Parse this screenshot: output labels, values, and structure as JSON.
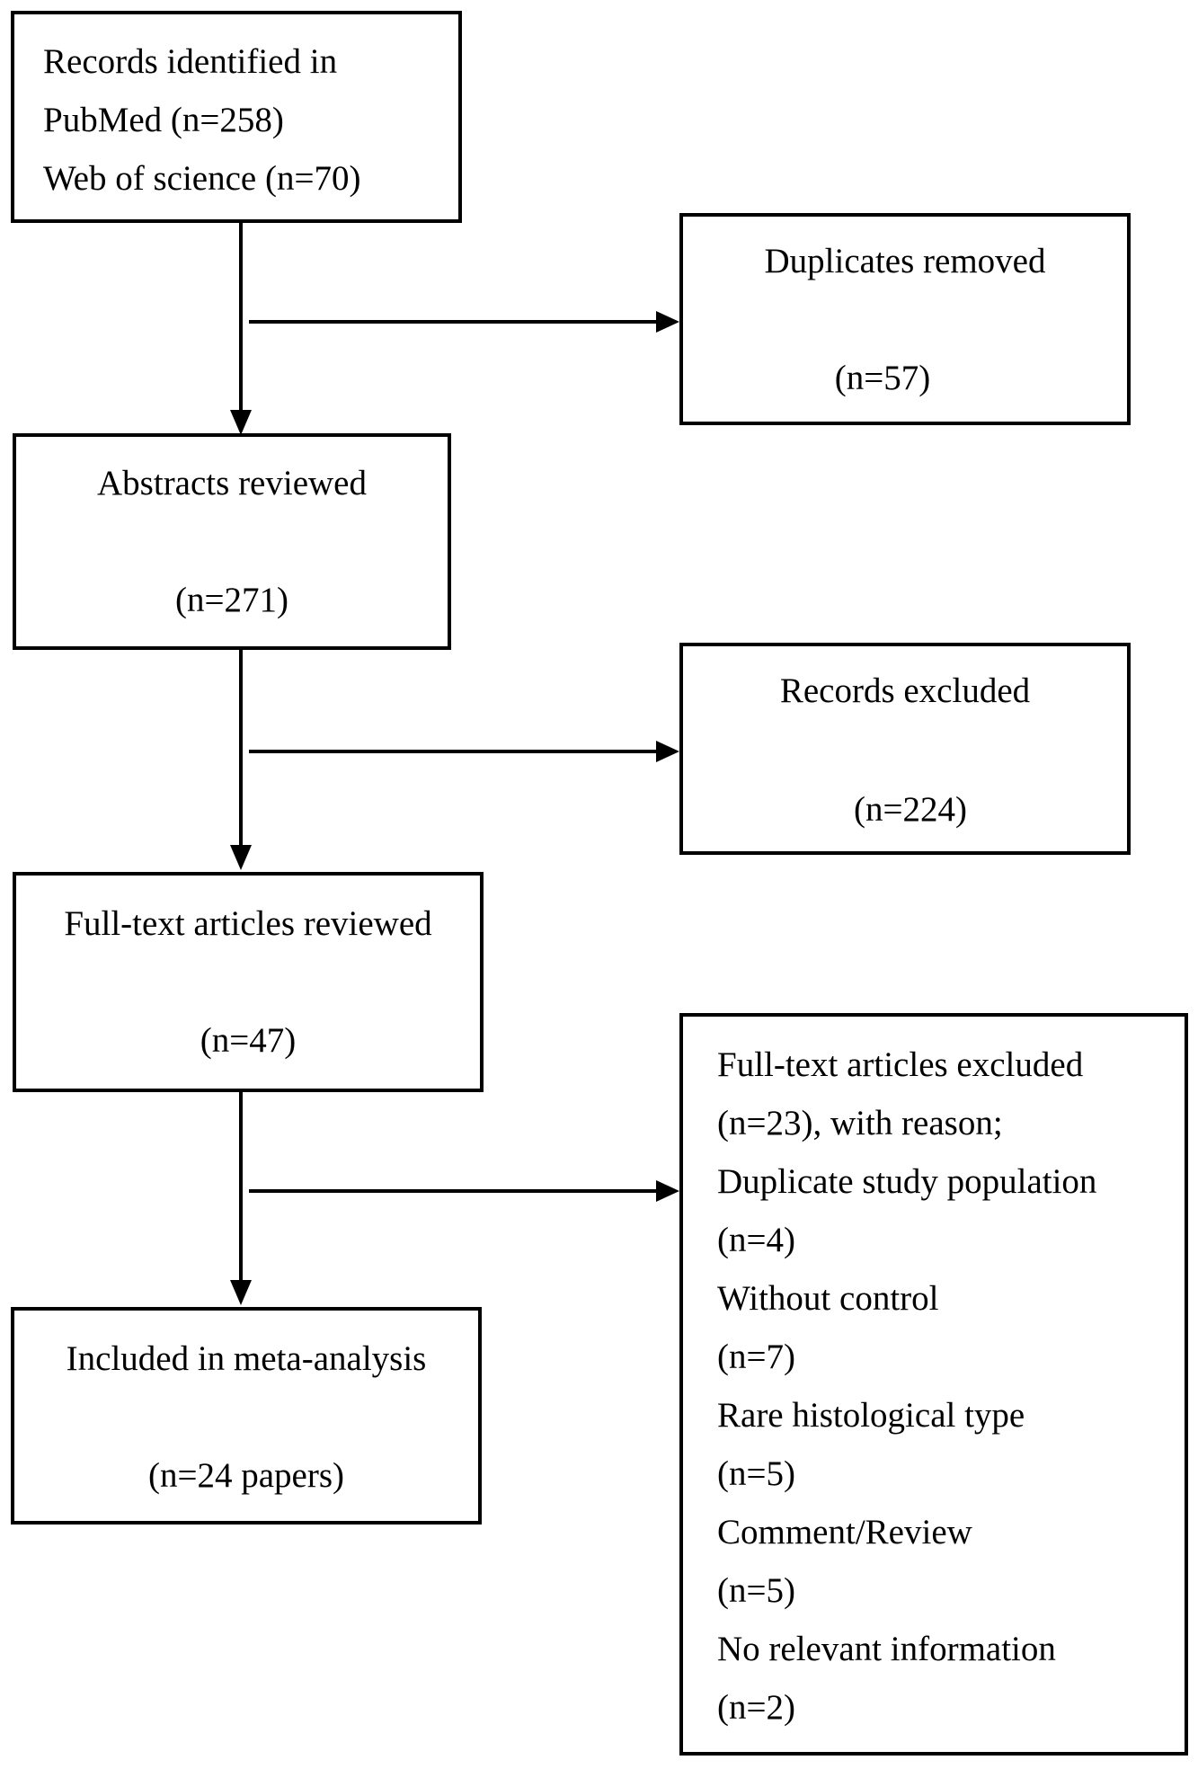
{
  "flow": {
    "identified": {
      "lines": [
        "Records identified in",
        "PubMed (n=258)",
        "Web of science (n=70)"
      ]
    },
    "duplicates": {
      "title": "Duplicates removed",
      "count": "(n=57)"
    },
    "abstracts": {
      "title": "Abstracts reviewed",
      "count": "(n=271)"
    },
    "records_excluded": {
      "title": "Records excluded",
      "count": "(n=224)"
    },
    "fulltext_reviewed": {
      "title": "Full-text articles reviewed",
      "count": "(n=47)"
    },
    "fulltext_excluded": {
      "lines": [
        "Full-text articles excluded",
        "(n=23), with reason;",
        "Duplicate study population",
        "(n=4)",
        "Without control",
        "(n=7)",
        "Rare histological type",
        "(n=5)",
        "Comment/Review",
        "(n=5)",
        "No relevant information",
        "(n=2)"
      ]
    },
    "included": {
      "title": "Included in meta-analysis",
      "count": "(n=24 papers)"
    }
  }
}
